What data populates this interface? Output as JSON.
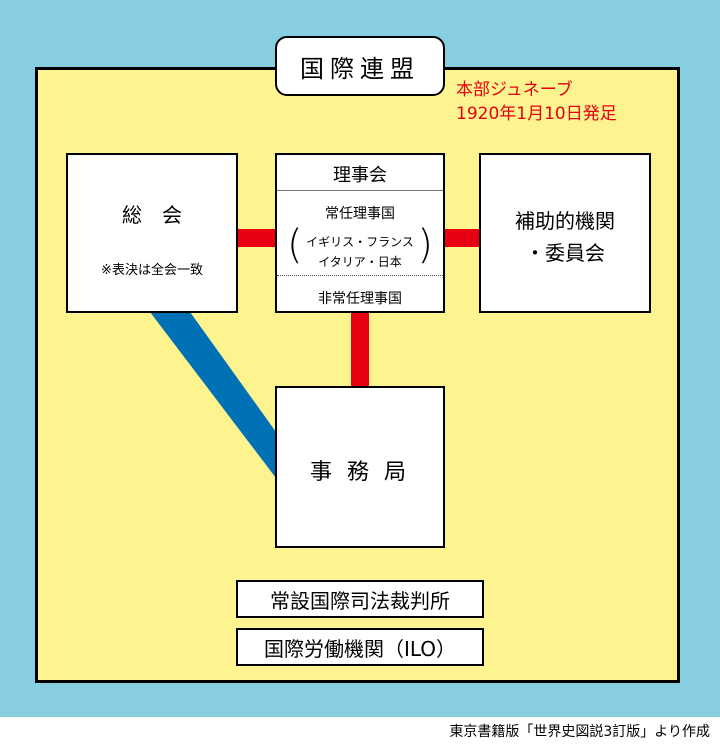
{
  "title": "国際連盟",
  "headquarters": {
    "line1": "本部ジュネーブ",
    "line2": "1920年1月10日発足"
  },
  "general_assembly": {
    "name": "総　会",
    "note": "※表決は全会一致"
  },
  "council": {
    "name": "理事会",
    "permanent": "常任理事国",
    "members_line1": "イギリス・フランス",
    "members_line2": "イタリア・日本",
    "non_permanent": "非常任理事国"
  },
  "auxiliary": {
    "line1": "補助的機関",
    "line2": "・委員会"
  },
  "secretariat": "事 務 局",
  "court": "常設国際司法裁判所",
  "ilo": "国際労働機関（ILO）",
  "source": "東京書籍版「世界史図説3訂版」より作成",
  "colors": {
    "background": "#87cfe0",
    "frame": "#fdf48f",
    "connector_red": "#e60012",
    "connector_blue": "#0071b5"
  }
}
